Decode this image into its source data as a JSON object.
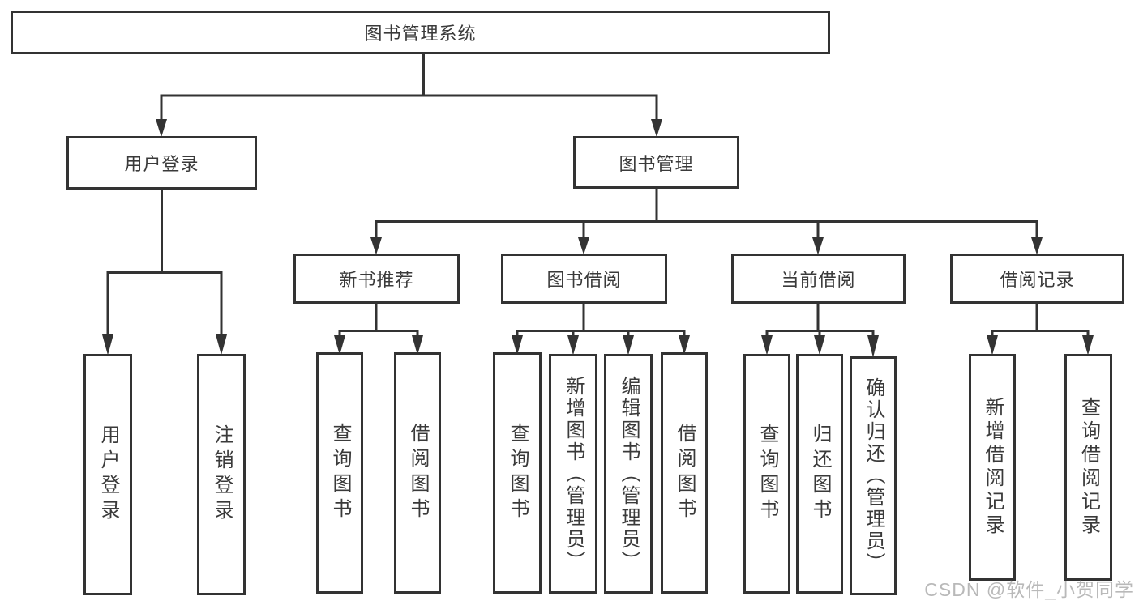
{
  "root": {
    "label": "图书管理系统"
  },
  "branches": [
    {
      "label": "用户登录",
      "children": [
        {
          "label": "用户登录"
        },
        {
          "label": "注销登录"
        }
      ]
    },
    {
      "label": "图书管理",
      "groups": [
        {
          "label": "新书推荐",
          "children": [
            {
              "label": "查询图书"
            },
            {
              "label": "借阅图书"
            }
          ]
        },
        {
          "label": "图书借阅",
          "children": [
            {
              "label": "查询图书"
            },
            {
              "label": "新增图书（管理员）"
            },
            {
              "label": "编辑图书（管理员）"
            },
            {
              "label": "借阅图书"
            }
          ]
        },
        {
          "label": "当前借阅",
          "children": [
            {
              "label": "查询图书"
            },
            {
              "label": "归还图书"
            },
            {
              "label": "确认归还（管理员）"
            }
          ]
        },
        {
          "label": "借阅记录",
          "children": [
            {
              "label": "新增借阅记录"
            },
            {
              "label": "查询借阅记录"
            }
          ]
        }
      ]
    }
  ],
  "watermark": "CSDN @软件_小贺同学",
  "colors": {
    "line": "#333333",
    "text": "#3a3a3a",
    "watermark": "#b9b9b9",
    "background": "#ffffff"
  }
}
